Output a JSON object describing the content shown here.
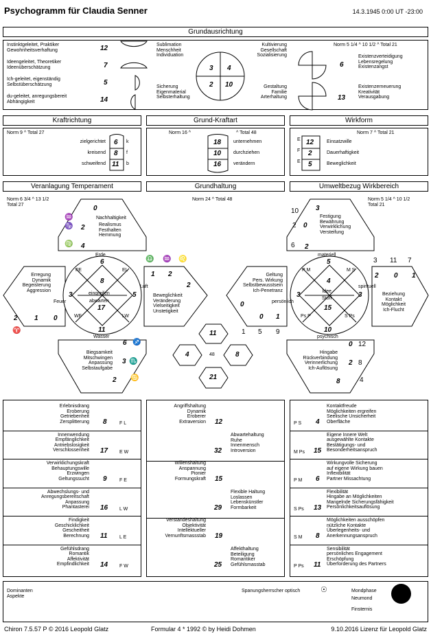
{
  "header": {
    "title": "Psychogramm für Claudia Senner",
    "date": "14.3.1945 0:00 UT -23:00"
  },
  "grund": {
    "title": "Grundausrichtung",
    "left": [
      {
        "text": [
          "Instinktgeleitet, Praktiker",
          "Gewohnheitsverhaftung"
        ],
        "value": "12"
      },
      {
        "text": [
          "Ideengeleitet, Theoretiker",
          "Ideenüberschätzung"
        ],
        "value": "7"
      },
      {
        "text": [
          "Ich-geleitet, eigenständig",
          "Selbstüberschätzung"
        ],
        "value": "5"
      },
      {
        "text": [
          "du-geleitet, anregungsbereit",
          "Abhängigkeit"
        ],
        "value": "14"
      }
    ],
    "mid_tl": [
      "Sublimation",
      "Menschheit",
      "Individuation"
    ],
    "mid_tr": [
      "Kultivierung",
      "Gesellschaft",
      "Sozialisierung"
    ],
    "mid_bl": [
      "Sicherung",
      "Eigenmaterial",
      "Selbsterhaltung"
    ],
    "mid_br": [
      "Gestaltung",
      "Familie",
      "Arterhaltung"
    ],
    "circle": {
      "tl": "3",
      "tr": "4",
      "bl": "2",
      "br": "10"
    },
    "norm": "Norm 5 1/4 ^ 10 1/2 ^ Total 21",
    "right_top": [
      "Existenzverteidigung",
      "Lebensregelung",
      "Existenzangst"
    ],
    "right_top_value": "6",
    "right_bottom": [
      "Existenzerneuerung",
      "Kreativität",
      "Verausgabung"
    ],
    "right_bottom_value": "13"
  },
  "kraft": {
    "title": "Kraftrichtung",
    "norm": "Norm 9 ^ Total 27",
    "rows": [
      {
        "label": "zielgerichtet",
        "value": "6",
        "tag": "k"
      },
      {
        "label": "kreisend",
        "value": "8",
        "tag": "f"
      },
      {
        "label": "schweifend",
        "value": "11",
        "tag": "b"
      }
    ]
  },
  "grundkraft": {
    "title": "Grund-Kraftart",
    "norm": "Norm 16 ^",
    "total": "^ Total 48",
    "rows": [
      {
        "label": "unternehmen",
        "value": "18"
      },
      {
        "label": "durchziehen",
        "value": "10"
      },
      {
        "label": "verändern",
        "value": "16"
      }
    ]
  },
  "wirkform": {
    "title": "Wirkform",
    "norm": "Norm 7 ^ Total 21",
    "rows": [
      {
        "tag": "E",
        "value": "12",
        "label": "Einsatzwille"
      },
      {
        "tag": "F",
        "value": "2",
        "label": "Dauerhaftigkeit"
      },
      {
        "tag": "E",
        "value": "5",
        "label": "Beweglichkeit"
      }
    ]
  },
  "row3": {
    "left_title": "Veranlagung Temperament",
    "mid_title": "Grundhaltung",
    "right_title": "Umweltbezug Wirkbereich",
    "left_norm": "Norm 6 3/4 ^ 13 1/2",
    "left_total": "Total 27",
    "mid_norm": "Norm 24 ^ Total 48",
    "right_norm": "Norm 5 1/4 ^ 10 1/2",
    "right_total": "Total 21"
  },
  "temperament": {
    "top_value": "0",
    "top_label": "Nachhaltigkeit",
    "top_mid": "2",
    "top_words": [
      "Realismus",
      "Festhalten",
      "Hemmung"
    ],
    "top_low": "4",
    "erde": "Erde",
    "erde_value": "6",
    "fe": "FE",
    "el": "EL",
    "wf": "WF",
    "lw": "LW",
    "center_top": "8",
    "center_mid": [
      "eingreifen",
      "abwarten"
    ],
    "center_bottom": "17",
    "feuer": "Feuer",
    "feuer_value": "3",
    "luft": "Luft",
    "luft_value": "5",
    "wasser": "Wasser",
    "wasser_value": "11",
    "left_words": [
      "Erregung",
      "Dynamik",
      "Begeisterung",
      "Aggression"
    ],
    "left_nums": [
      "2",
      "1",
      "0"
    ],
    "right_words": [
      "Beweglichkeit",
      "Veränderung",
      "Vielseitigkeit",
      "Unstetigkeit"
    ],
    "right_nums": [
      "1",
      "2",
      "2"
    ],
    "bottom_value": "6",
    "bottom_words": [
      "Biegsamkeit",
      "Mitschwingen",
      "Anpassung",
      "Selbstaufgabe"
    ],
    "bottom_nums": [
      "3",
      "2"
    ]
  },
  "grundhaltung": {
    "top": "11",
    "left": "4",
    "right": "8",
    "bottom": "21",
    "center": "48"
  },
  "umwelt": {
    "top_nums": [
      "10",
      "3",
      "2",
      "0",
      "6",
      "2"
    ],
    "top_words": [
      "Festigung",
      "Bewährung",
      "Verwirklichung",
      "Versteifung"
    ],
    "materiell": "materiell",
    "materiell_value": "5",
    "pm": "P M",
    "ms": "M S",
    "pps": "Ps P",
    "sps": "S Ps",
    "center_top": "4",
    "center_mid": [
      "Idee",
      "Stoff"
    ],
    "center_bottom": "15",
    "persoenlich": "persönlich",
    "persoenlich_value": "3",
    "spirituell": "spirituell",
    "spirituell_value": "3",
    "psychisch": "psychisch",
    "psychisch_value": "10",
    "left_words": [
      "Geltung",
      "Pers. Wirkung",
      "Selbstbewusstsein",
      "Ich-Penetranz"
    ],
    "left_nums": [
      "0",
      "0",
      "1",
      "1",
      "5",
      "9"
    ],
    "right_nums": [
      "3",
      "11",
      "7",
      "2",
      "0",
      "1"
    ],
    "right_words": [
      "Beziehung",
      "Kontakt",
      "Möglichkeit",
      "Ich-Flucht"
    ],
    "bottom_nums": [
      "0",
      "12",
      "2",
      "8",
      "8",
      "4"
    ],
    "bottom_words": [
      "Hingabe",
      "Rückverbindung",
      "Verinnerlichung",
      "Ich-Auflösung"
    ]
  },
  "list_left": [
    {
      "text": [
        "Erlebnisdrang",
        "Eroberung",
        "Getriebenheit",
        "Zersplitterung"
      ],
      "value": "8",
      "tag": "F L"
    },
    {
      "text": [
        "Innenwendung",
        "Empfänglichkeit",
        "Antriebslosigkeit",
        "Verschlossenheit"
      ],
      "value": "17",
      "tag": "E W"
    },
    {
      "text": [
        "Verwirklichungskraft",
        "Behauptungswille",
        "Erzwingen",
        "Geltungssucht"
      ],
      "value": "9",
      "tag": "F E"
    },
    {
      "text": [
        "Abwechslungs- und",
        "Anregungsbereitschaft",
        "Anpassung",
        "Phantasterei"
      ],
      "value": "16",
      "tag": "L W"
    },
    {
      "text": [
        "Findigkeit",
        "Geschicklichkeit",
        "Gescheitheit",
        "Berechnung"
      ],
      "value": "11",
      "tag": "L E"
    },
    {
      "text": [
        "Gefühlsdrang",
        "Romantik",
        "Affektivität",
        "Empfindlichkeit"
      ],
      "value": "14",
      "tag": "F W"
    }
  ],
  "list_mid": [
    {
      "text": [
        "Angriffshaltung",
        "Dynamik",
        "Eroberer",
        "Extraversion"
      ],
      "value": "12"
    },
    {
      "text": [
        "Abwartehaltung",
        "Ruhe",
        "Innenmensch",
        "Introversion"
      ],
      "value": "32"
    },
    {
      "text": [
        "Willenshaltung",
        "Anspannung",
        "Pionier",
        "Formungskraft"
      ],
      "value": "15"
    },
    {
      "text": [
        "Flexible Haltung",
        "Loslassen",
        "Lebenskünstler",
        "Formbarkeit"
      ],
      "value": "29"
    },
    {
      "text": [
        "Verstandeshaltung",
        "Objektivität",
        "Intellektueller",
        "Vernunftsmassstab"
      ],
      "value": "19"
    },
    {
      "text": [
        "Affekthaltung",
        "Beteiligung",
        "Romantiker",
        "Gefühlsmasstab"
      ],
      "value": "25"
    }
  ],
  "list_right": [
    {
      "tag": "P S",
      "value": "4",
      "text": [
        "Kontaktfreude",
        "Möglichkeiten ergreifen",
        "Seelische Unsicherheit",
        "Oberfläche"
      ]
    },
    {
      "tag": "M Ps",
      "value": "15",
      "text": [
        "Eigene Innere Welt",
        "ausgewählte Kontakte",
        "Bestätigungs- und",
        "Besonderheitsanspruch"
      ]
    },
    {
      "tag": "P M",
      "value": "6",
      "text": [
        "Wirkungvolle Sicherung",
        "auf eigene Wirkung bauen",
        "Inflexibilität",
        "Partner Missachtung"
      ]
    },
    {
      "tag": "S Ps",
      "value": "13",
      "text": [
        "Flexibilität",
        "Hingabe an Möglichkeiten",
        "Mangelnde Sicherungsfähigkeit",
        "Persönlichkeitsauflösung"
      ]
    },
    {
      "tag": "S M",
      "value": "8",
      "text": [
        "Möglichkeiten ausschöpfen",
        "nützliche Kontakte",
        "Überlegenheits- und",
        "Anerkennungsanspruch"
      ]
    },
    {
      "tag": "P Ps",
      "value": "11",
      "text": [
        "Sensibilität",
        "persönliches Engagement",
        "Erschöpfung",
        "Überforderung des Partners"
      ]
    }
  ],
  "bottom": {
    "dominanten": "Dominanten",
    "aspekte": "Aspekte",
    "spannung": "Spanungsherrscher optisch",
    "mondphase": "Mondphase",
    "neumond": "Neumond",
    "finsternis": "Finsternis"
  },
  "footer": {
    "left": "Chiron 7.5.57 P © 2016 Leopold Glatz",
    "mid": "Formular 4 * 1992 © by Heidi Dohmen",
    "right": "9.10.2016 Lizenz für Leopold Glatz"
  }
}
